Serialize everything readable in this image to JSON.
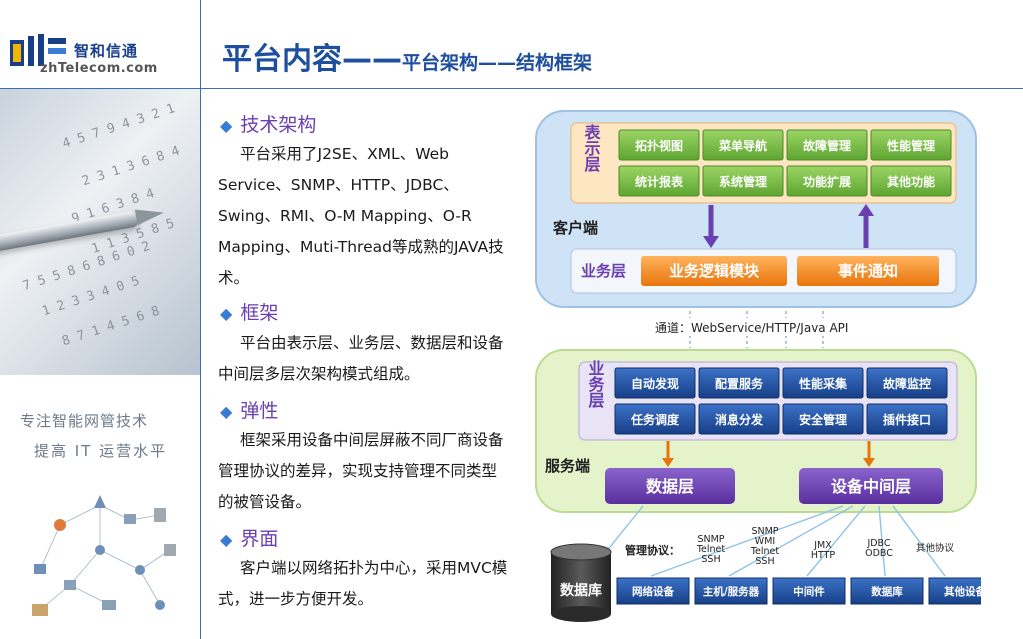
{
  "logo": {
    "cn": "智和信通",
    "en": "zhTelecom.com"
  },
  "title": {
    "main": "平台内容——",
    "sub": "平台架构——结构框架"
  },
  "slogan": {
    "line1": "专注智能网管技术",
    "line2": "提高 IT 运营水平"
  },
  "sections": [
    {
      "heading": "技术架构",
      "text": "平台采用了J2SE、XML、Web Service、SNMP、HTTP、JDBC、Swing、RMI、O-M Mapping、O-R Mapping、Muti-Thread等成熟的JAVA技术。"
    },
    {
      "heading": "框架",
      "text": "平台由表示层、业务层、数据层和设备中间层多层次架构模式组成。"
    },
    {
      "heading": "弹性",
      "text": "框架采用设备中间层屏蔽不同厂商设备管理协议的差异，实现支持管理不同类型的被管设备。"
    },
    {
      "heading": "界面",
      "text": "客户端以网络拓扑为中心，采用MVC模式，进一步方便开发。"
    }
  ],
  "diagram": {
    "client": {
      "label": "客户端",
      "presentation_layer": "表示层",
      "presentation_items": [
        "拓扑视图",
        "菜单导航",
        "故障管理",
        "性能管理",
        "统计报表",
        "系统管理",
        "功能扩展",
        "其他功能"
      ],
      "business_layer": "业务层",
      "business_items": [
        "业务逻辑模块",
        "事件通知"
      ]
    },
    "channel": "通道：WebService/HTTP/Java  API",
    "server": {
      "label": "服务端",
      "business_layer": "业务层",
      "business_items": [
        "自动发现",
        "配置服务",
        "性能采集",
        "故障监控",
        "任务调度",
        "消息分发",
        "安全管理",
        "插件接口"
      ],
      "data_layer": "数据层",
      "device_layer": "设备中间层"
    },
    "database": "数据库",
    "protocol_label": "管理协议：",
    "protocols": [
      "SNMP\nTelnet\nSSH",
      "SNMP\nWMI\nTelnet\nSSH",
      "JMX\nHTTP",
      "JDBC\nODBC",
      "其他协议"
    ],
    "devices": [
      "网络设备",
      "主机/服务器",
      "中间件",
      "数据库",
      "其他设备"
    ],
    "colors": {
      "green_cell": "#7dc34a",
      "orange": "#f08a1c",
      "purple": "#6a3fb0",
      "navy_cell": "#1e4d9c",
      "client_bg": "#cfe3f7",
      "server_bg": "#e4f3c9"
    }
  }
}
